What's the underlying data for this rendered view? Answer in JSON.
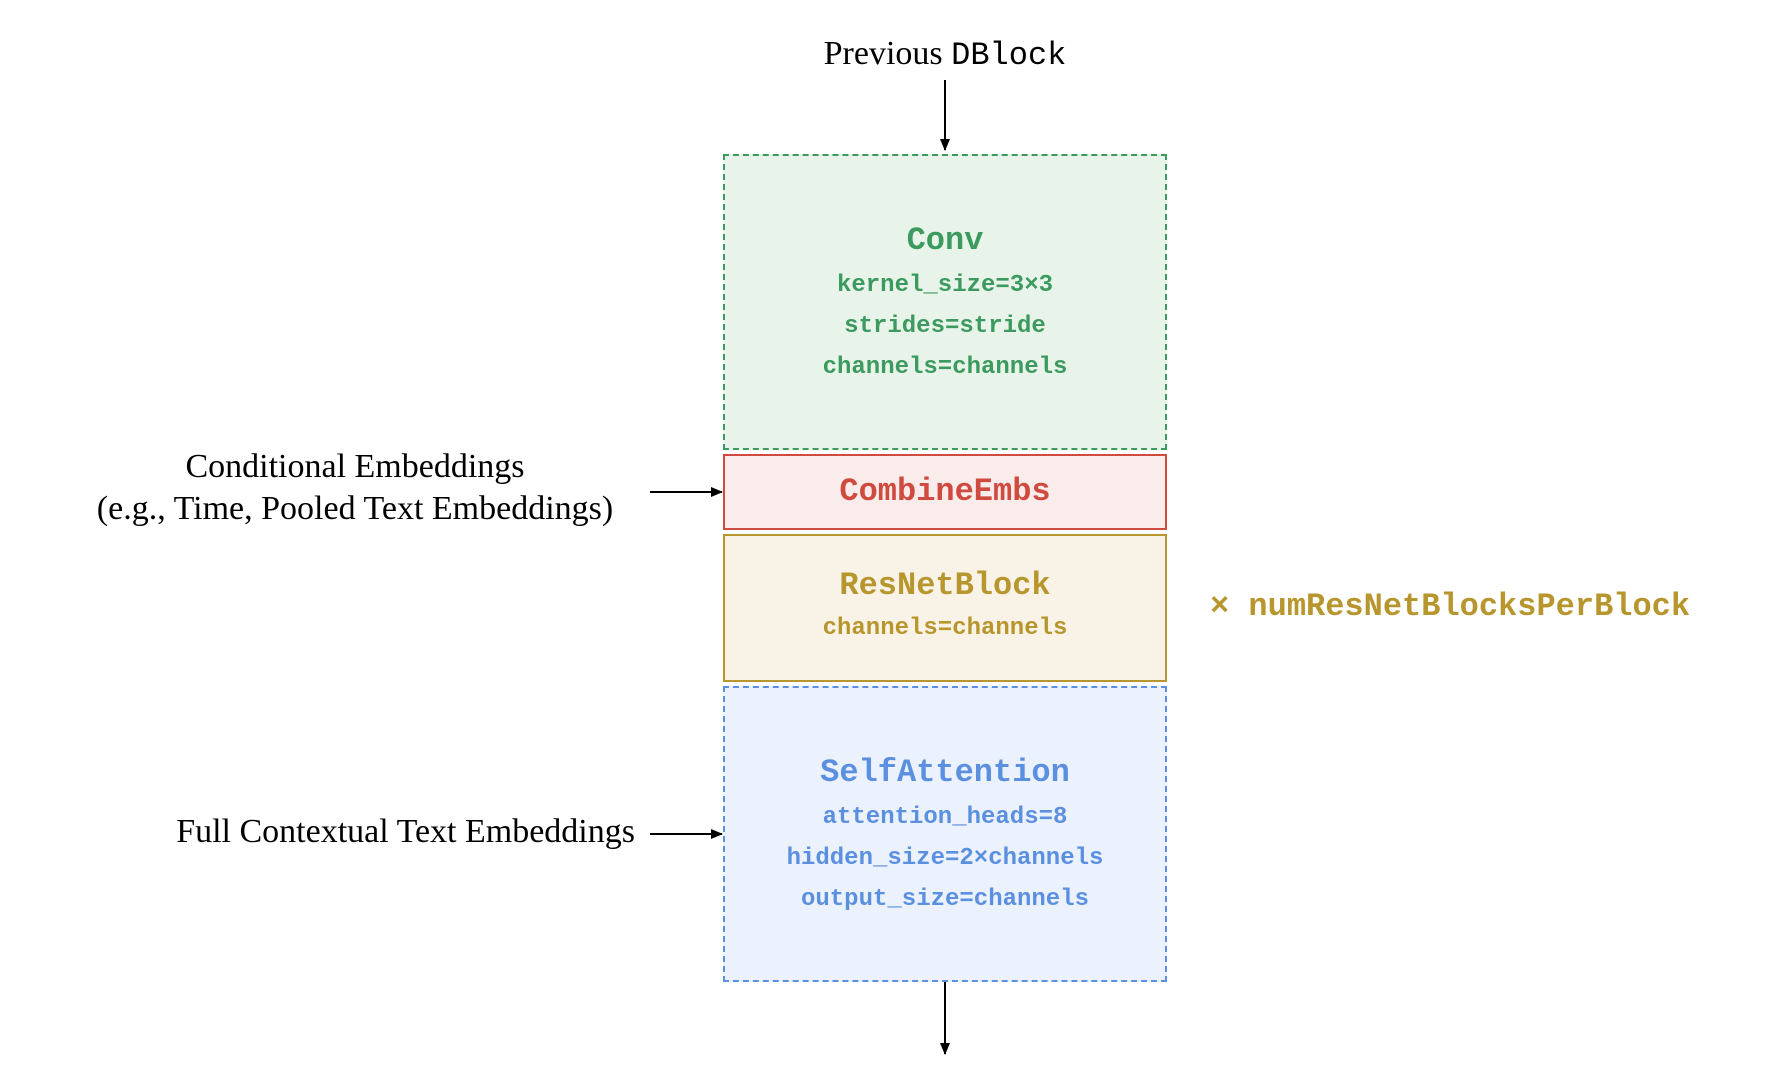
{
  "header": {
    "prefix": "Previous",
    "code": "DBlock"
  },
  "inputs": {
    "conditional": {
      "line1": "Conditional Embeddings",
      "line2": "(e.g., Time, Pooled Text Embeddings)"
    },
    "contextual": "Full Contextual Text Embeddings"
  },
  "blocks": {
    "conv": {
      "title": "Conv",
      "params": [
        "kernel_size=3×3",
        "strides=stride",
        "channels=channels"
      ],
      "color": "#3c9a5f",
      "fill": "#e8f4ea"
    },
    "combine": {
      "title": "CombineEmbs",
      "color": "#cf4b3f",
      "fill": "#f9eceb"
    },
    "resnet": {
      "title": "ResNetBlock",
      "params": [
        "channels=channels"
      ],
      "color": "#b8962e",
      "fill": "#f8f3e6",
      "repeat_label": "× numResNetBlocksPerBlock"
    },
    "attention": {
      "title": "SelfAttention",
      "params": [
        "attention_heads=8",
        "hidden_size=2×channels",
        "output_size=channels"
      ],
      "color": "#5b8fe0",
      "fill": "#ebf2fd"
    }
  }
}
